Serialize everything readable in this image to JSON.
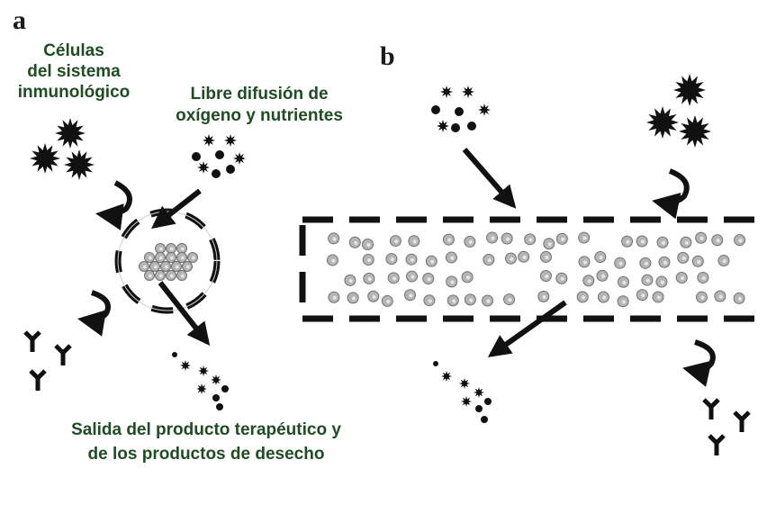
{
  "panel_a": {
    "letter": "a",
    "immune_label": [
      "Células",
      "del sistema",
      "inmunológico"
    ],
    "diffusion_label": [
      "Libre difusión de",
      "oxígeno y nutrientes"
    ],
    "output_label": [
      "Salida del producto terapéutico y",
      "de los productos de desecho"
    ]
  },
  "panel_b": {
    "letter": "b"
  },
  "colors": {
    "label_text": "#1f4d22",
    "ink": "#111111",
    "cell_fill": "#b5b5b5",
    "cell_stroke": "#707070"
  },
  "icons": [
    "immune-cell-star-icon",
    "nutrient-dot-icon",
    "antibody-icon",
    "deflect-arrow-icon",
    "diffusion-arrow-icon",
    "encapsulated-cell-icon"
  ]
}
